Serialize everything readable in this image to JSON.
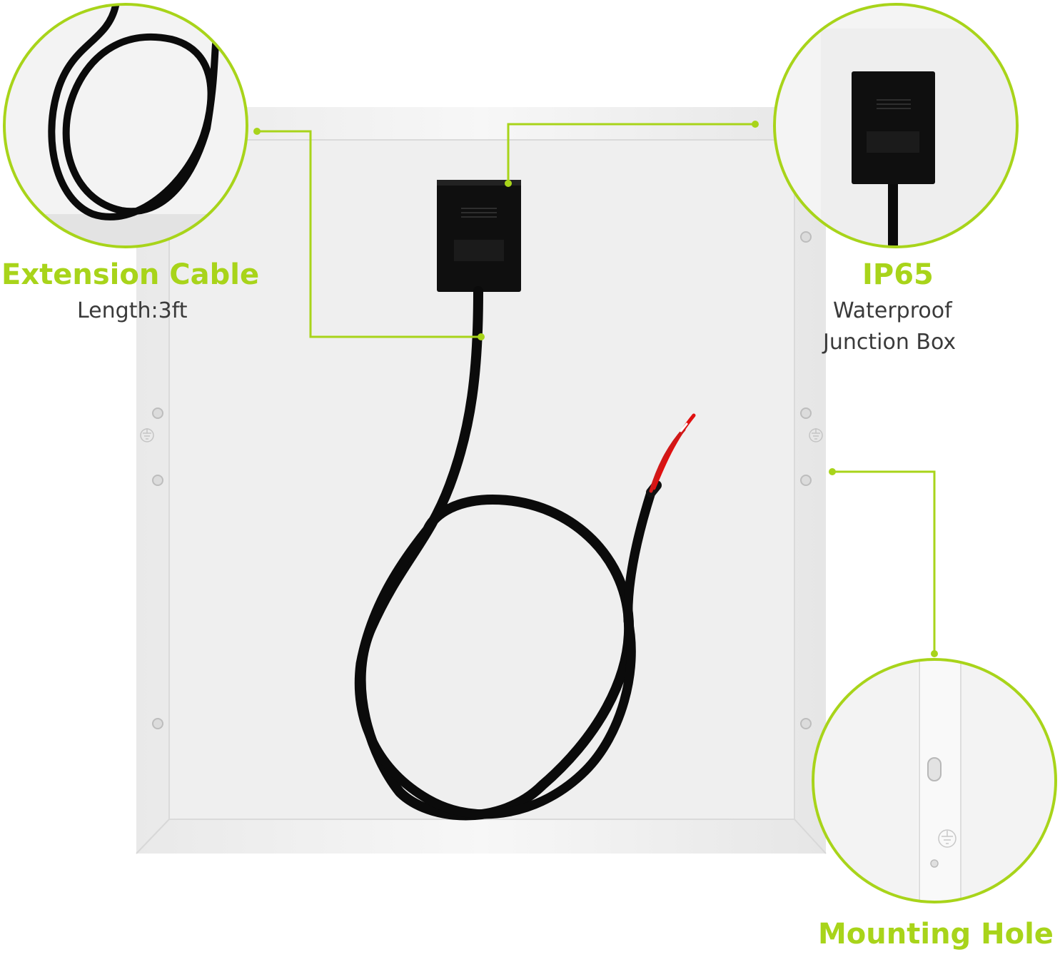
{
  "accent_color": "#a8d41a",
  "callouts": {
    "extension_cable": {
      "title": "Extension Cable",
      "subtitle": "Length:3ft"
    },
    "junction_box": {
      "title": "IP65",
      "subtitle_line1": "Waterproof",
      "subtitle_line2": "Junction Box"
    },
    "mounting_hole": {
      "title": "Mounting Hole"
    }
  },
  "icons": [
    "ground-symbol-icon",
    "mounting-hole-icon"
  ]
}
